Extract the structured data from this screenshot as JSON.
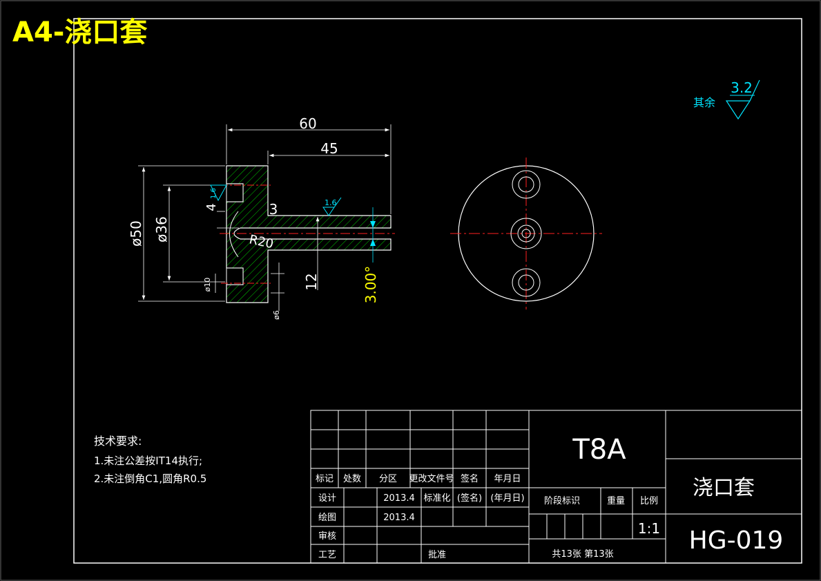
{
  "sheet": {
    "title_prefix": "A4-",
    "title_name": "浇口套"
  },
  "drawing": {
    "dims": {
      "d60": "60",
      "d45": "45",
      "phi50": "ø50",
      "phi36": "ø36",
      "d4": "4",
      "d3": "3",
      "d12": "12",
      "r20": "R20",
      "phi10": "ø10",
      "phi6": "ø6",
      "angle": "3.00°",
      "rough_16a": "1.6",
      "rough_16b": "1.6"
    },
    "roughness": {
      "other_label": "其余",
      "value": "3.2"
    },
    "tech": {
      "heading": "技术要求:",
      "line1": "1.未注公差按IT14执行;",
      "line2": "2.未注倒角C1,圆角R0.5"
    },
    "colors": {
      "frame": "#ffffff",
      "hatch": "#00cc00",
      "center": "#ff2020",
      "dim_cyan": "#00e5ff",
      "title_yellow": "#ffff00"
    }
  },
  "title_block": {
    "hdr_mark": "标记",
    "hdr_count": "处数",
    "hdr_zone": "分区",
    "hdr_doc": "更改文件号",
    "hdr_sign": "签名",
    "hdr_date": "年月日",
    "design_label": "设计",
    "design_date": "2013.4",
    "std_label": "标准化",
    "std_sign": "(签名)",
    "std_date": "(年月日)",
    "draw_label": "绘图",
    "draw_date": "2013.4",
    "review_label": "审核",
    "process_label": "工艺",
    "approve_label": "批准",
    "material": "T8A",
    "stage_label": "阶段标识",
    "weight_label": "重量",
    "scale_label": "比例",
    "scale_value": "1:1",
    "sheets": "共13张   第13张",
    "part_name": "浇口套",
    "drawing_no": "HG-019"
  }
}
